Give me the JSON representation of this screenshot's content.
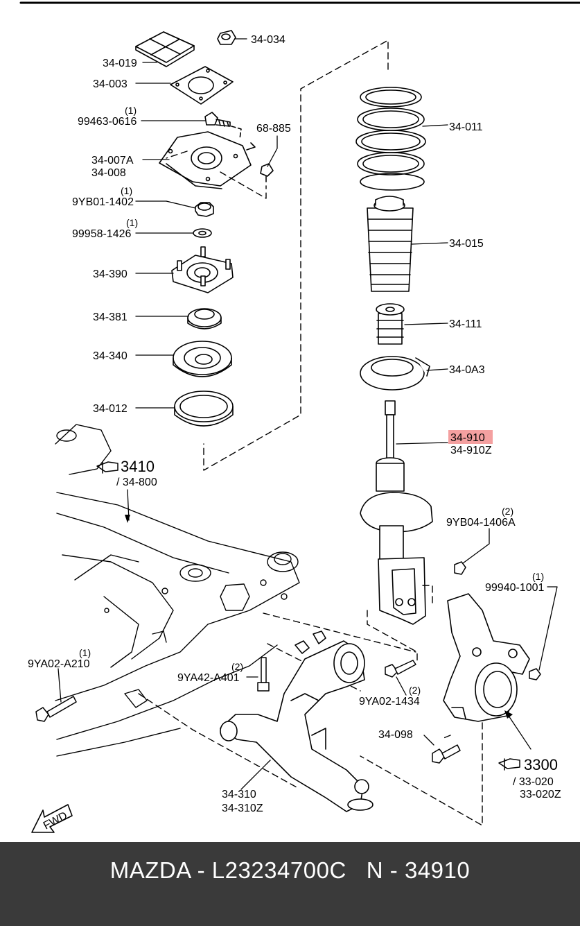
{
  "labels": {
    "p34_034": "34-034",
    "p34_019": "34-019",
    "p34_003": "34-003",
    "q1a": "(1)",
    "p99463": "99463-0616",
    "p68_885": "68-885",
    "p34_007a": "34-007A",
    "p34_008": "34-008",
    "q1b": "(1)",
    "p9yb01": "9YB01-1402",
    "q1c": "(1)",
    "p99958": "99958-1426",
    "p34_390": "34-390",
    "p34_381": "34-381",
    "p34_340": "34-340",
    "p34_012": "34-012",
    "p34_011": "34-011",
    "p34_015": "34-015",
    "p34_111": "34-111",
    "p34_0a3": "34-0A3",
    "p34_910": "34-910",
    "p34_910z": "34-910Z",
    "ref3410": "3410",
    "ref34_800": "/ 34-800",
    "q2a": "(2)",
    "p9yb04": "9YB04-1406A",
    "q1d": "(1)",
    "p99940": "99940-1001",
    "q1e": "(1)",
    "p9ya02_210": "9YA02-A210",
    "q2b": "(2)",
    "p9ya42": "9YA42-A401",
    "q2c": "(2)",
    "p9ya02_1434": "9YA02-1434",
    "p34_098": "34-098",
    "ref3300": "3300",
    "ref33_020": "/ 33-020",
    "ref33_020z": "33-020Z",
    "p34_310": "34-310",
    "p34_310z": "34-310Z",
    "fwd": "FWD"
  },
  "colors": {
    "highlight": "#f4a0a0",
    "footer_bg": "#3a3a3a",
    "footer_text": "#ffffff"
  },
  "footer": {
    "text": "MAZDA - L23234700C   N - 34910"
  }
}
